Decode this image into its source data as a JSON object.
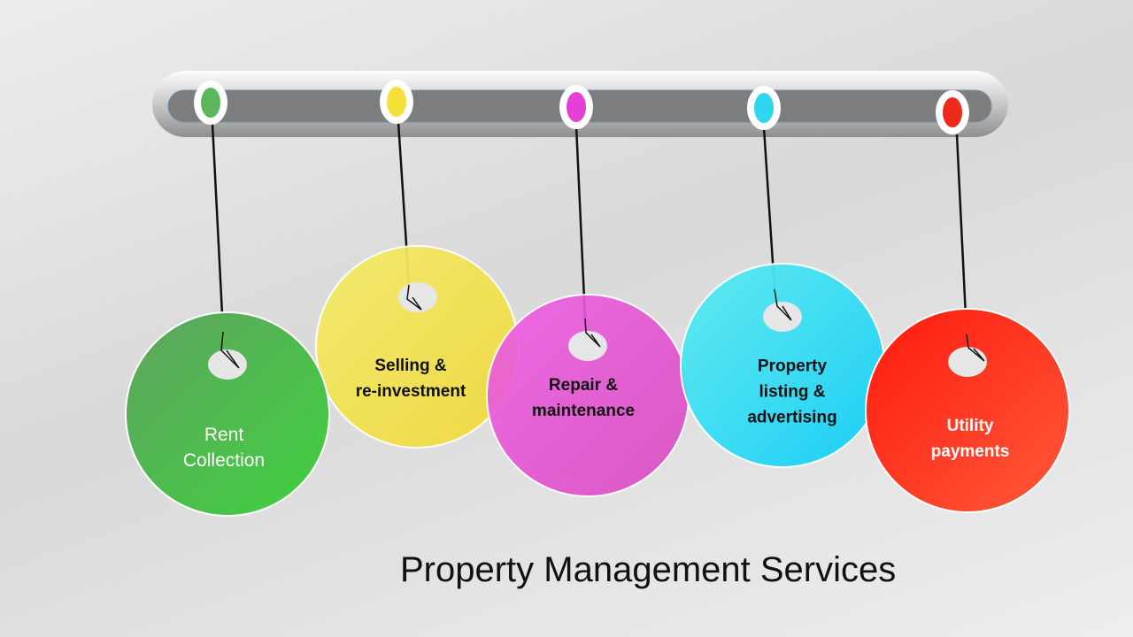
{
  "title": "Property Management Services",
  "services": [
    {
      "lines": [
        "Rent",
        "Collection"
      ],
      "color": "#4caf50",
      "bead": "#5cb85c"
    },
    {
      "lines": [
        "Selling &",
        "re-investment"
      ],
      "color": "#f2e24a",
      "bead": "#f5e03a"
    },
    {
      "lines": [
        "Repair &",
        "maintenance"
      ],
      "color": "#e24fd4",
      "bead": "#e540d6"
    },
    {
      "lines": [
        "Property",
        "listing &",
        "advertising"
      ],
      "color": "#35d9ef",
      "bead": "#2fd6f0"
    },
    {
      "lines": [
        "Utility",
        "payments"
      ],
      "color": "#ff2a1a",
      "bead": "#f02a1a"
    }
  ]
}
